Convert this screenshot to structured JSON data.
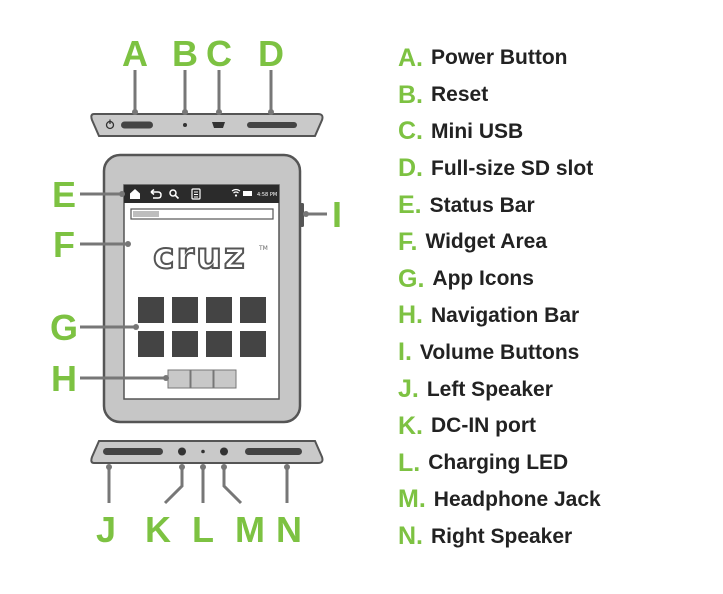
{
  "callouts": [
    {
      "letter": "A.",
      "label": "Power Button"
    },
    {
      "letter": "B.",
      "label": "Reset"
    },
    {
      "letter": "C.",
      "label": "Mini USB"
    },
    {
      "letter": "D.",
      "label": "Full-size SD slot"
    },
    {
      "letter": "E.",
      "label": "Status Bar"
    },
    {
      "letter": "F.",
      "label": "Widget Area"
    },
    {
      "letter": "G.",
      "label": "App Icons"
    },
    {
      "letter": "H.",
      "label": "Navigation Bar"
    },
    {
      "letter": "I.",
      "label": "Volume Buttons"
    },
    {
      "letter": "J.",
      "label": "Left Speaker"
    },
    {
      "letter": "K.",
      "label": "DC-IN port"
    },
    {
      "letter": "L.",
      "label": "Charging LED"
    },
    {
      "letter": "M.",
      "label": "Headphone Jack"
    },
    {
      "letter": "N.",
      "label": "Right Speaker"
    }
  ],
  "diagram_letters": {
    "a": "A",
    "b": "B",
    "c": "C",
    "d": "D",
    "e": "E",
    "f": "F",
    "g": "G",
    "h": "H",
    "i": "I",
    "j": "J",
    "k": "K",
    "l": "L",
    "m": "M",
    "n": "N"
  },
  "device": {
    "brand": "cruz",
    "trademark": "TM",
    "status_time": "4:58 PM",
    "app_icon_count": 8,
    "nav_button_count": 3
  },
  "colors": {
    "accent_green": "#7dc242",
    "device_gray": "#c8c8c8",
    "outline": "#555555",
    "status_bar": "#2b2b2b",
    "tile": "#444444"
  },
  "icons": {
    "status_home": "home-icon",
    "status_back": "back-icon",
    "status_search": "search-icon",
    "status_menu": "menu-icon",
    "status_wifi": "wifi-icon",
    "status_battery": "battery-icon",
    "power": "power-icon"
  }
}
